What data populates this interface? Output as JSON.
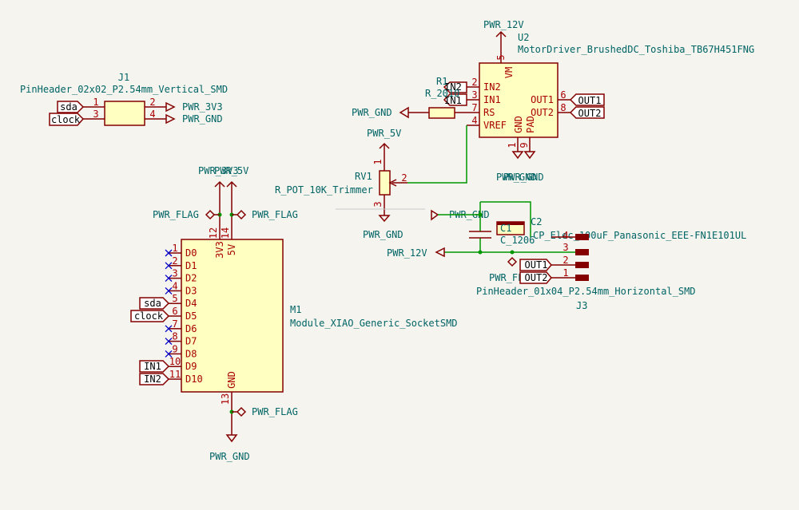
{
  "j1": {
    "ref": "J1",
    "value": "PinHeader_02x02_P2.54mm_Vertical_SMD",
    "pins": [
      "1",
      "3",
      "2",
      "4"
    ],
    "labels": [
      "sda",
      "clock"
    ],
    "power": [
      "PWR_3V3",
      "PWR_GND"
    ]
  },
  "u2": {
    "power_top": "PWR_12V",
    "ref": "U2",
    "value": "MotorDriver_BrushedDC_Toshiba_TB67H451FNG",
    "pin_numbers": [
      "5",
      "2",
      "3",
      "7",
      "4",
      "6",
      "8",
      "1",
      "9"
    ],
    "pin_names": [
      "VM",
      "IN2",
      "IN1",
      "RS",
      "VREF",
      "OUT1",
      "OUT2",
      "GND",
      "PAD"
    ],
    "labels": [
      "IN2",
      "IN1",
      "OUT1",
      "OUT2"
    ],
    "gnd_overlap": [
      "PWR_GND",
      "PWR_GND"
    ]
  },
  "r1": {
    "ref": "R1",
    "value": "R_2010",
    "power": "PWR_GND"
  },
  "rv1": {
    "power_top": "PWR_5V",
    "ref": "RV1",
    "value": "R_POT_10K_Trimmer",
    "pins": [
      "1",
      "2",
      "3"
    ],
    "power_bottom": "PWR_GND"
  },
  "c_section": {
    "power": "PWR_GND",
    "c1_ref": "C1",
    "c1_value": "C_1206",
    "c2_ref": "C2",
    "c2_value": "CP_Elec_100uF_Panasonic_EEE-FN1E101UL",
    "power_12v": "PWR_12V",
    "flag": "PWR_FLAG"
  },
  "j3": {
    "pins": [
      "4",
      "3",
      "2",
      "1"
    ],
    "labels": [
      "OUT1",
      "OUT2"
    ],
    "value": "PinHeader_01x04_P2.54mm_Horizontal_SMD",
    "ref": "J3"
  },
  "m1": {
    "power_overlap": [
      "PWR_3V3",
      "PWR_5V"
    ],
    "flags": [
      "PWR_FLAG",
      "PWR_FLAG",
      "PWR_FLAG"
    ],
    "top_pin_numbers": [
      "12",
      "14"
    ],
    "top_pin_names": [
      "3V3",
      "5V"
    ],
    "left_pin_numbers": [
      "1",
      "2",
      "3",
      "4",
      "5",
      "6",
      "7",
      "8",
      "9",
      "10",
      "11"
    ],
    "left_pin_names": [
      "D0",
      "D1",
      "D2",
      "D3",
      "D4",
      "D5",
      "D6",
      "D7",
      "D8",
      "D9",
      "D10"
    ],
    "labels": [
      "sda",
      "clock",
      "IN1",
      "IN2"
    ],
    "ref": "M1",
    "value": "Module_XIAO_Generic_SocketSMD",
    "gnd_pin_number": "13",
    "gnd_pin_name": "GND",
    "power_bottom": "PWR_GND"
  }
}
